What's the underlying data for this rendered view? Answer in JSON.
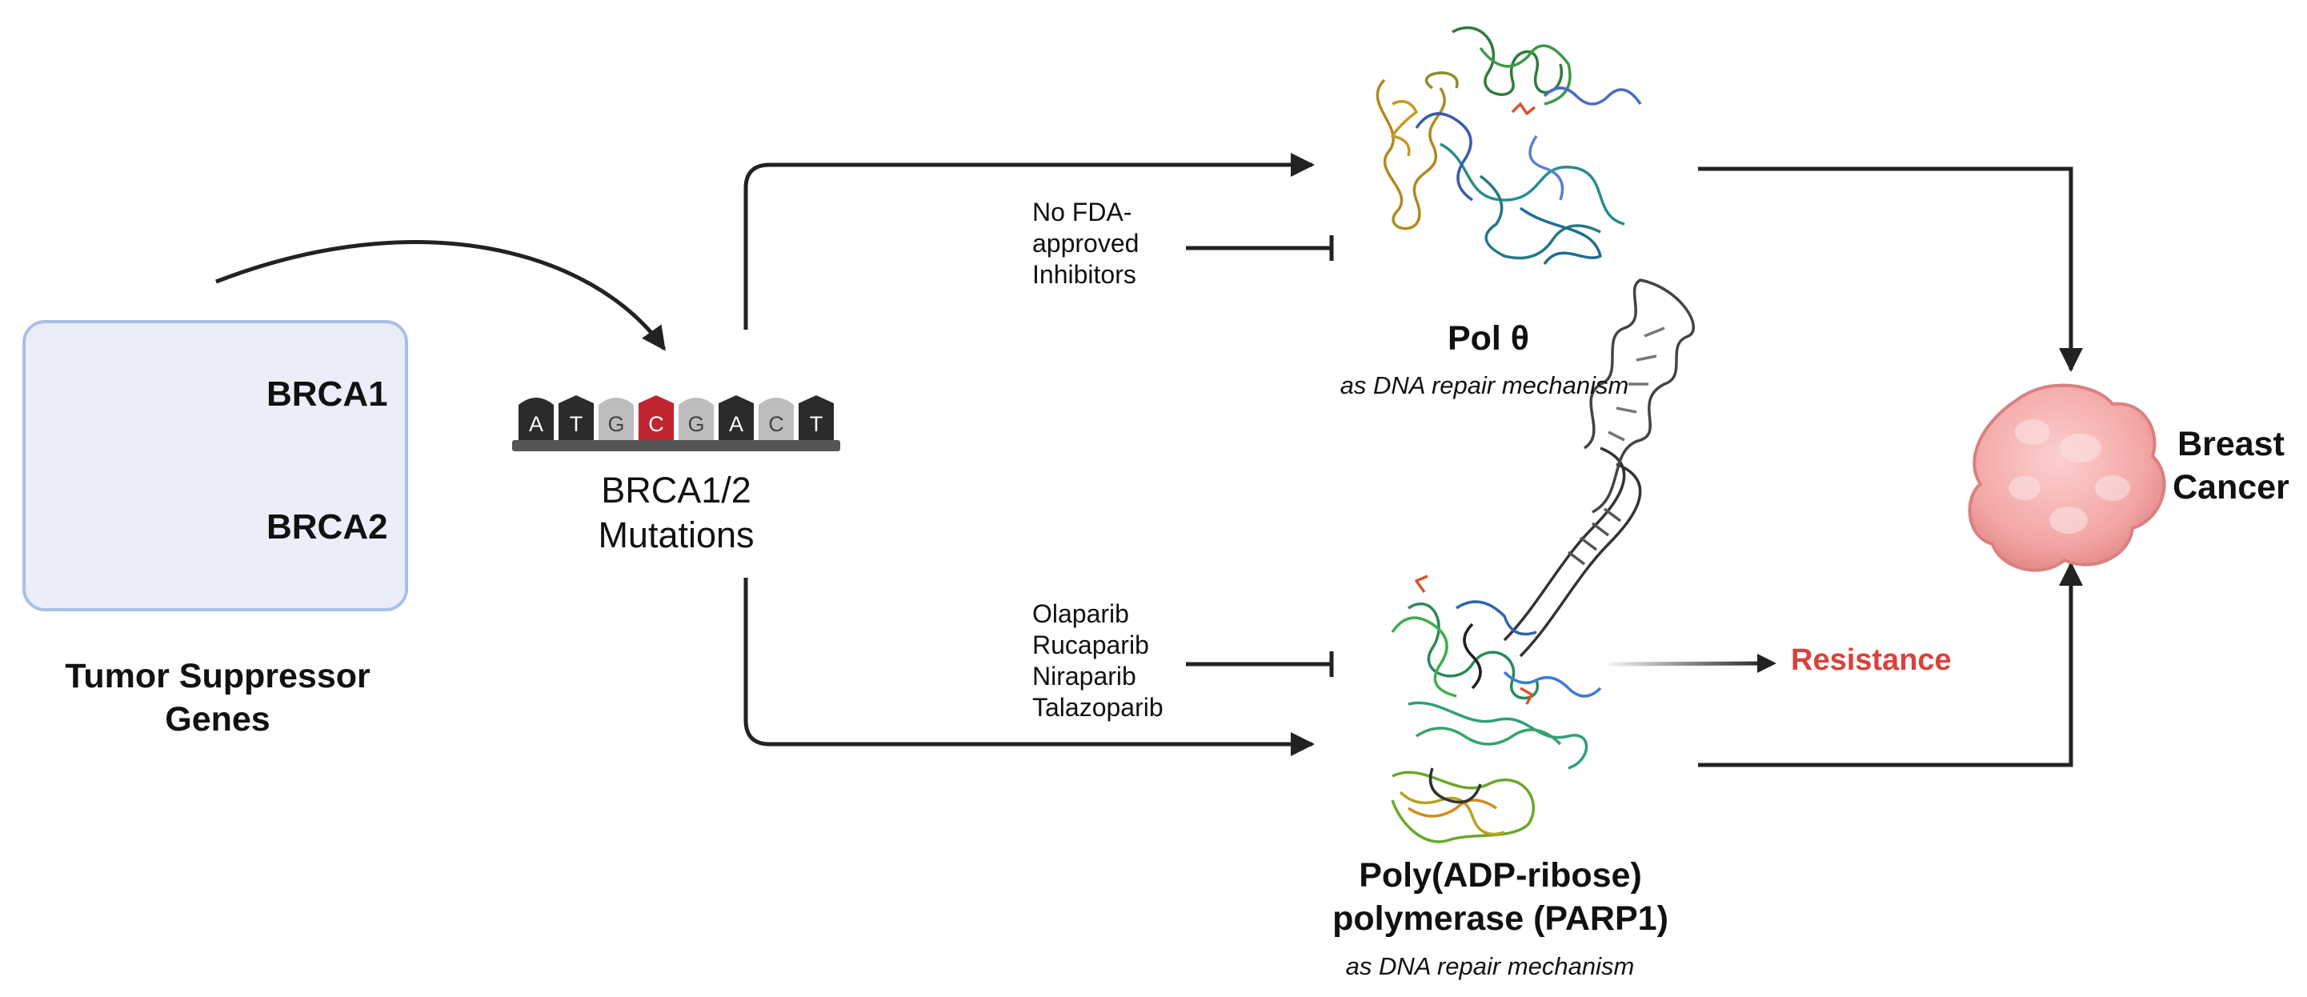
{
  "genes": {
    "box_title_line1": "Tumor Suppressor",
    "box_title_line2": "Genes",
    "items": [
      {
        "label": "BRCA1"
      },
      {
        "label": "BRCA2"
      }
    ]
  },
  "mutations": {
    "bases": [
      "A",
      "T",
      "G",
      "C",
      "G",
      "A",
      "C",
      "T"
    ],
    "label_line1": "BRCA1/2",
    "label_line2": "Mutations"
  },
  "pol_theta": {
    "title": "Pol θ",
    "subtitle": "as DNA repair mechanism",
    "inhibitor_text": [
      "No FDA-",
      "approved",
      "Inhibitors"
    ]
  },
  "parp1": {
    "title_line1": "Poly(ADP-ribose)",
    "title_line2": "polymerase (PARP1)",
    "subtitle": "as DNA repair mechanism",
    "inhibitors": [
      "Olaparib",
      "Rucaparib",
      "Niraparib",
      "Talazoparib"
    ]
  },
  "resistance": {
    "label": "Resistance"
  },
  "outcome": {
    "line1": "Breast",
    "line2": "Cancer"
  },
  "colors": {
    "dna_red": "#c0252f",
    "dna_blue": "#2a7fb0",
    "dna_navy": "#1d3557",
    "arrow": "#222222",
    "resistance": "#d9423a",
    "tumor": "#f4a6a6"
  }
}
